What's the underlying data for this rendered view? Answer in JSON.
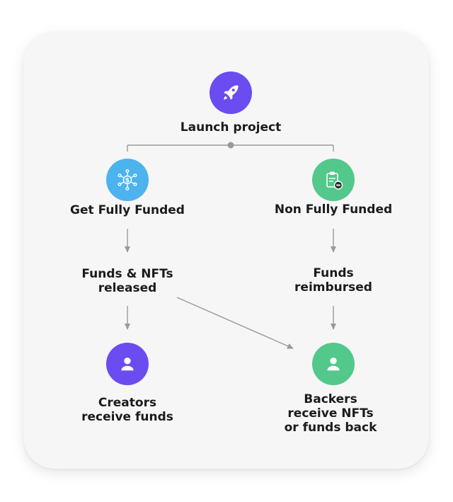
{
  "diagram": {
    "root": {
      "label": "Launch project",
      "icon": "rocket-icon",
      "color": "#6a4cf0"
    },
    "left_branch": {
      "label": "Get Fully Funded",
      "icon": "funding-network-icon",
      "color": "#4cb3ee",
      "step": "Funds & NFTs\nreleased",
      "outcome": {
        "label": "Creators\nreceive funds",
        "icon": "user-icon",
        "color": "#6a4cf0"
      }
    },
    "right_branch": {
      "label": "Non Fully Funded",
      "icon": "clipboard-minus-icon",
      "color": "#52c88a",
      "step": "Funds\nreimbursed",
      "outcome": {
        "label": "Backers\nreceive NFTs\nor funds back",
        "icon": "user-icon",
        "color": "#52c88a"
      }
    },
    "connector_color": "#9a9a9a"
  }
}
